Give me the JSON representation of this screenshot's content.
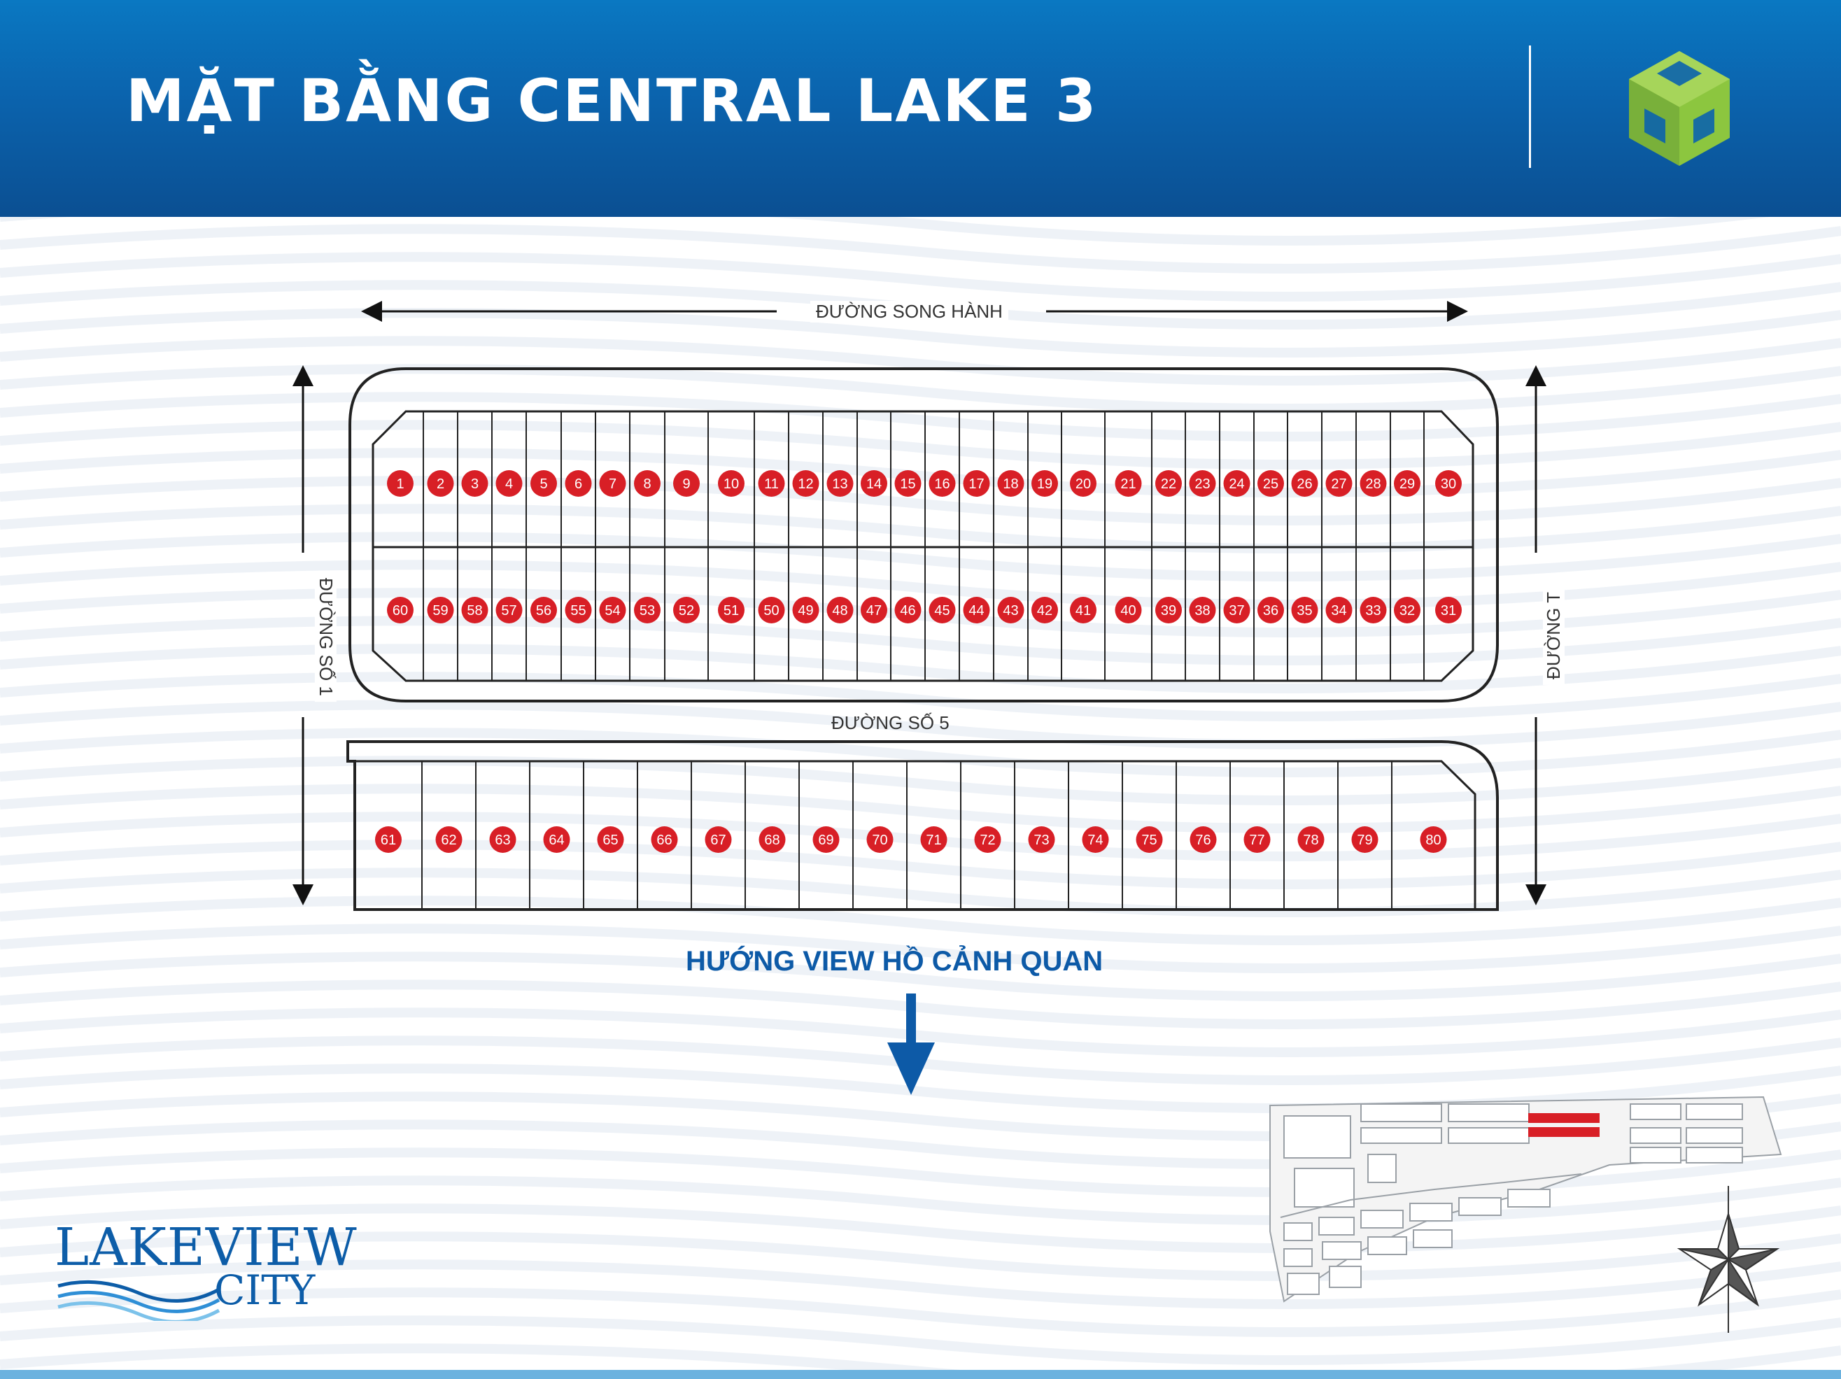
{
  "title": "MẶT BẰNG CENTRAL LAKE 3",
  "roads": {
    "top": "ĐƯỜNG SONG HÀNH",
    "left": "ĐƯỜNG SỐ 1",
    "right": "ĐƯỜNG T",
    "middle": "ĐƯỜNG SỐ 5"
  },
  "view_direction": "HƯỚNG VIEW HỒ CẢNH QUAN",
  "brand": {
    "line1": "LAKEVIEW",
    "line2": "CITY"
  },
  "lots": {
    "top_row": [
      "1",
      "2",
      "3",
      "4",
      "5",
      "6",
      "7",
      "8",
      "9",
      "10",
      "11",
      "12",
      "13",
      "14",
      "15",
      "16",
      "17",
      "18",
      "19",
      "20",
      "21",
      "22",
      "23",
      "24",
      "25",
      "26",
      "27",
      "28",
      "29",
      "30"
    ],
    "middle_row": [
      "60",
      "59",
      "58",
      "57",
      "56",
      "55",
      "54",
      "53",
      "52",
      "51",
      "50",
      "49",
      "48",
      "47",
      "46",
      "45",
      "44",
      "43",
      "42",
      "41",
      "40",
      "39",
      "38",
      "37",
      "36",
      "35",
      "34",
      "33",
      "32",
      "31"
    ],
    "bottom_row": [
      "61",
      "62",
      "63",
      "64",
      "65",
      "66",
      "67",
      "68",
      "69",
      "70",
      "71",
      "72",
      "73",
      "74",
      "75",
      "76",
      "77",
      "78",
      "79",
      "80"
    ]
  },
  "colors": {
    "header": "#0b63ad",
    "lot_marker": "#d81f26",
    "accent_text": "#0d5aa7",
    "logo_green": "#8cc63f",
    "highlight": "#d81f26"
  }
}
